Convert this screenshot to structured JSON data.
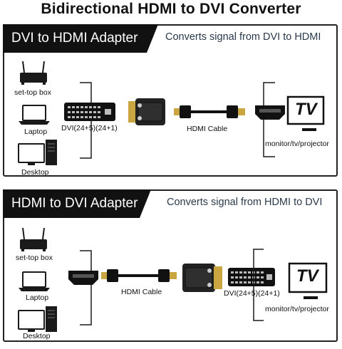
{
  "title": "Bidirectional HDMI to DVI Converter",
  "panels": [
    {
      "heading": "DVI to HDMI Adapter",
      "subtitle": "Converts signal from DVI to HDMI",
      "devices": [
        "set-top box",
        "Laptop",
        "Desktop"
      ],
      "port_label": "DVI(24+5)(24+1)",
      "cable_label": "HDMI Cable",
      "display_text": "TV",
      "display_label": "monitor/tv/projector"
    },
    {
      "heading": "HDMI to DVI Adapter",
      "subtitle": "Converts signal from HDMI to DVI",
      "devices": [
        "set-top box",
        "Laptop",
        "Desktop"
      ],
      "port_label": "DVI(24+5)(24+1)",
      "cable_label": "HDMI Cable",
      "display_text": "TV",
      "display_label": "monitor/tv/projector"
    }
  ]
}
